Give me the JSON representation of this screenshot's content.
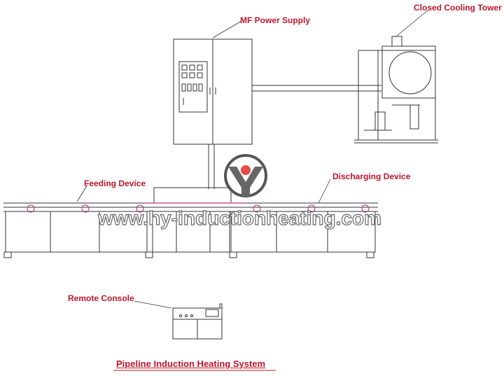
{
  "labels": {
    "mf_power_supply": "MF Power Supply",
    "closed_cooling_tower": "Closed Cooling Tower",
    "feeding_device": "Feeding Device",
    "discharging_device": "Discharging Device",
    "remote_console": "Remote Console"
  },
  "title": "Pipeline Induction Heating System",
  "watermark": "www.hy-inductionheating.com",
  "colors": {
    "label_red": "#c0152a",
    "line": "#333333",
    "accent_magenta": "#b03070",
    "logo_red": "#e84b4b"
  }
}
